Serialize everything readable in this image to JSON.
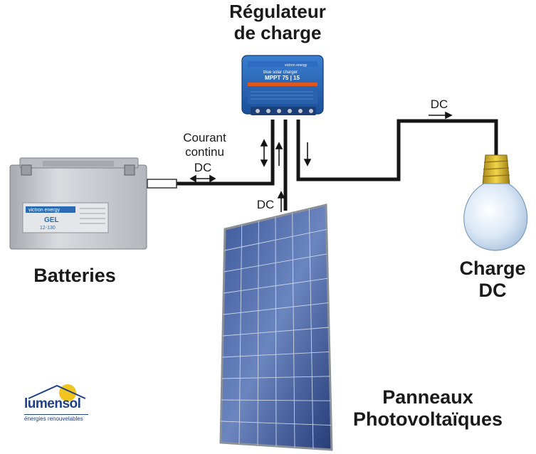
{
  "labels": {
    "regulator_title": "Régulateur\nde charge",
    "batteries_title": "Batteries",
    "load_title": "Charge\nDC",
    "panels_title": "Panneaux\nPhotovoltaïques",
    "battery_current": "Courant\ncontinu",
    "battery_dc": "DC",
    "panel_dc": "DC",
    "load_dc": "DC"
  },
  "regulator_device": {
    "brand": "victron energy",
    "product_line": "blue solar charger",
    "model": "MPPT 75 | 15"
  },
  "battery_device": {
    "brand": "victron energy",
    "type": "GEL",
    "spec": "12-130"
  },
  "logo": {
    "name": "lumensol",
    "tagline": "énergies renouvelables"
  },
  "colors": {
    "wire": "#151515",
    "regulator_blue": "#1f5fb5",
    "regulator_band": "#e0571d",
    "panel_cell": "#2f4a8a",
    "battery_body": "#c9cbd0",
    "bulb_glass": "#d6e6f5",
    "bulb_base": "#d8b92a",
    "logo_blue": "#1e3f8a",
    "logo_sun": "#f2c420"
  }
}
